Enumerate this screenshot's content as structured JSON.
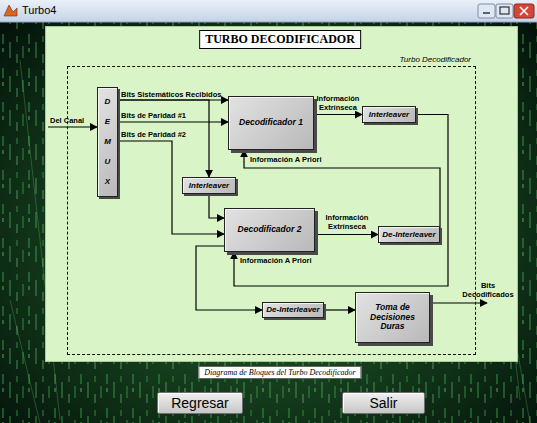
{
  "diagram": {
    "title": "TURBO DECODIFICADOR",
    "caption": "Diagrama de Bloques del Turbo Decodificador",
    "nodes": [
      {
        "text": [
          "Turbo Decodificador"
        ]
      },
      {
        "text": [
          "D E M U X"
        ],
        "in": 0
      },
      {
        "text": [
          "Decodificador 1"
        ],
        "in": 0
      },
      {
        "text": [
          "Interleaver"
        ],
        "in": 0
      },
      {
        "text": [
          "Interleaver"
        ],
        "in": 0
      },
      {
        "text": [
          "Decodificador 2"
        ],
        "in": 0
      },
      {
        "text": [
          "De-Interleaver"
        ],
        "in": 0
      },
      {
        "text": [
          "De-Interleaver"
        ],
        "in": 0
      },
      {
        "text": [
          "Toma de Decisiones Duras"
        ],
        "in": 0
      },
      {
        "text": [
          "Regresar"
        ]
      },
      {
        "text": [
          "Salir"
        ]
      }
    ],
    "edges": [
      {
        "from": 1,
        "to": 2,
        "arrow": "to",
        "label": "Bits Sistemáticos Recibidos"
      },
      {
        "from": 1,
        "to": 2,
        "arrow": "to",
        "label": "Bits de Paridad #1"
      },
      {
        "from": 1,
        "to": 4,
        "arrow": "to"
      },
      {
        "from": 1,
        "to": 5,
        "arrow": "to",
        "label": "Bits de Paridad #2"
      },
      {
        "from": 4,
        "to": 5,
        "arrow": "to"
      },
      {
        "from": 2,
        "to": 3,
        "arrow": "to",
        "label": "Información Extrínseca"
      },
      {
        "from": 3,
        "to": 5,
        "arrow": "to",
        "label": "Información A Priori"
      },
      {
        "from": 5,
        "to": 6,
        "arrow": "to",
        "label": "Información Extrínseca"
      },
      {
        "from": 6,
        "to": 2,
        "arrow": "to",
        "label": "Información A Priori"
      },
      {
        "from": 5,
        "to": 7,
        "arrow": "to"
      },
      {
        "from": 7,
        "to": 8,
        "arrow": "to"
      }
    ],
    "labels": [
      "Turbo4",
      "Del Canal",
      "Bits Decodificados"
    ]
  }
}
